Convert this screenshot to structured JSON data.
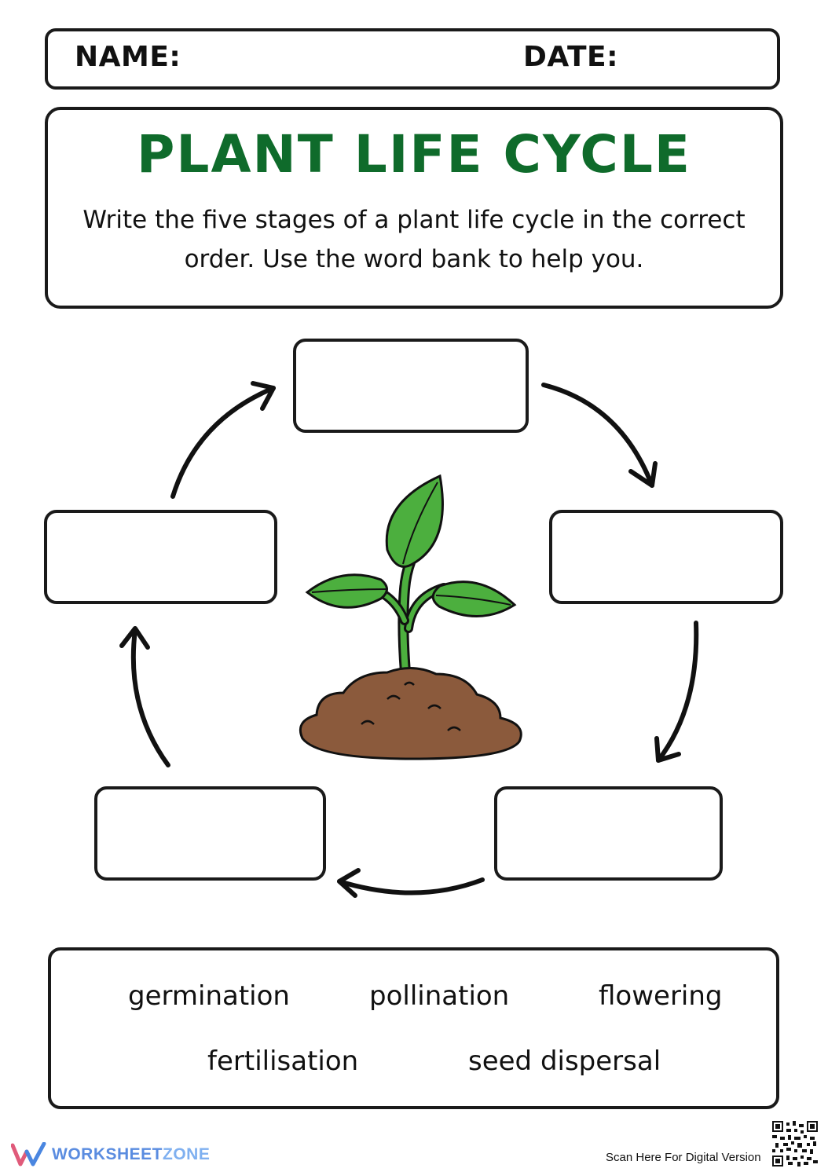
{
  "header": {
    "name_label": "NAME:",
    "date_label": "DATE:"
  },
  "title": "PLANT LIFE CYCLE",
  "instructions": "Write the five stages of a plant life cycle in the correct order. Use the word bank to help you.",
  "stages": [
    {
      "value": ""
    },
    {
      "value": ""
    },
    {
      "value": ""
    },
    {
      "value": ""
    },
    {
      "value": ""
    }
  ],
  "word_bank": [
    "germination",
    "pollination",
    "flowering",
    "fertilisation",
    "seed dispersal"
  ],
  "footer": {
    "brand_part1": "WORKSHEET",
    "brand_part2": "ZONE",
    "scan_text": "Scan Here For Digital Version"
  },
  "colors": {
    "title": "#0f6b2b",
    "leaf": "#4caf3e",
    "soil": "#8b5a3c",
    "brand": "#5a8ce0"
  },
  "icons": [
    "worksheetzone-logo-icon",
    "seedling-icon",
    "qr-code-icon"
  ]
}
